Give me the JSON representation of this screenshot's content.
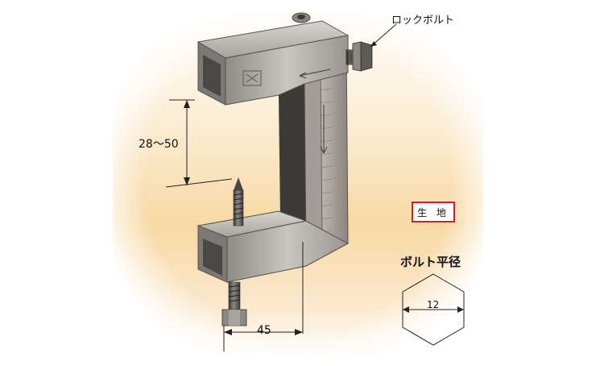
{
  "labels": {
    "lock_bolt": "ロックボルト",
    "clamp_range": "28～50",
    "width": "45",
    "finish": "生 地",
    "bolt_size_title": "ボルト平径",
    "bolt_size": "12"
  },
  "colors": {
    "background_top": "#ffffff",
    "background_glow": "#f7d9a4",
    "steel_light": "#c9c6c0",
    "steel_dark": "#6f6c67",
    "badge_border": "#d21e2b"
  }
}
